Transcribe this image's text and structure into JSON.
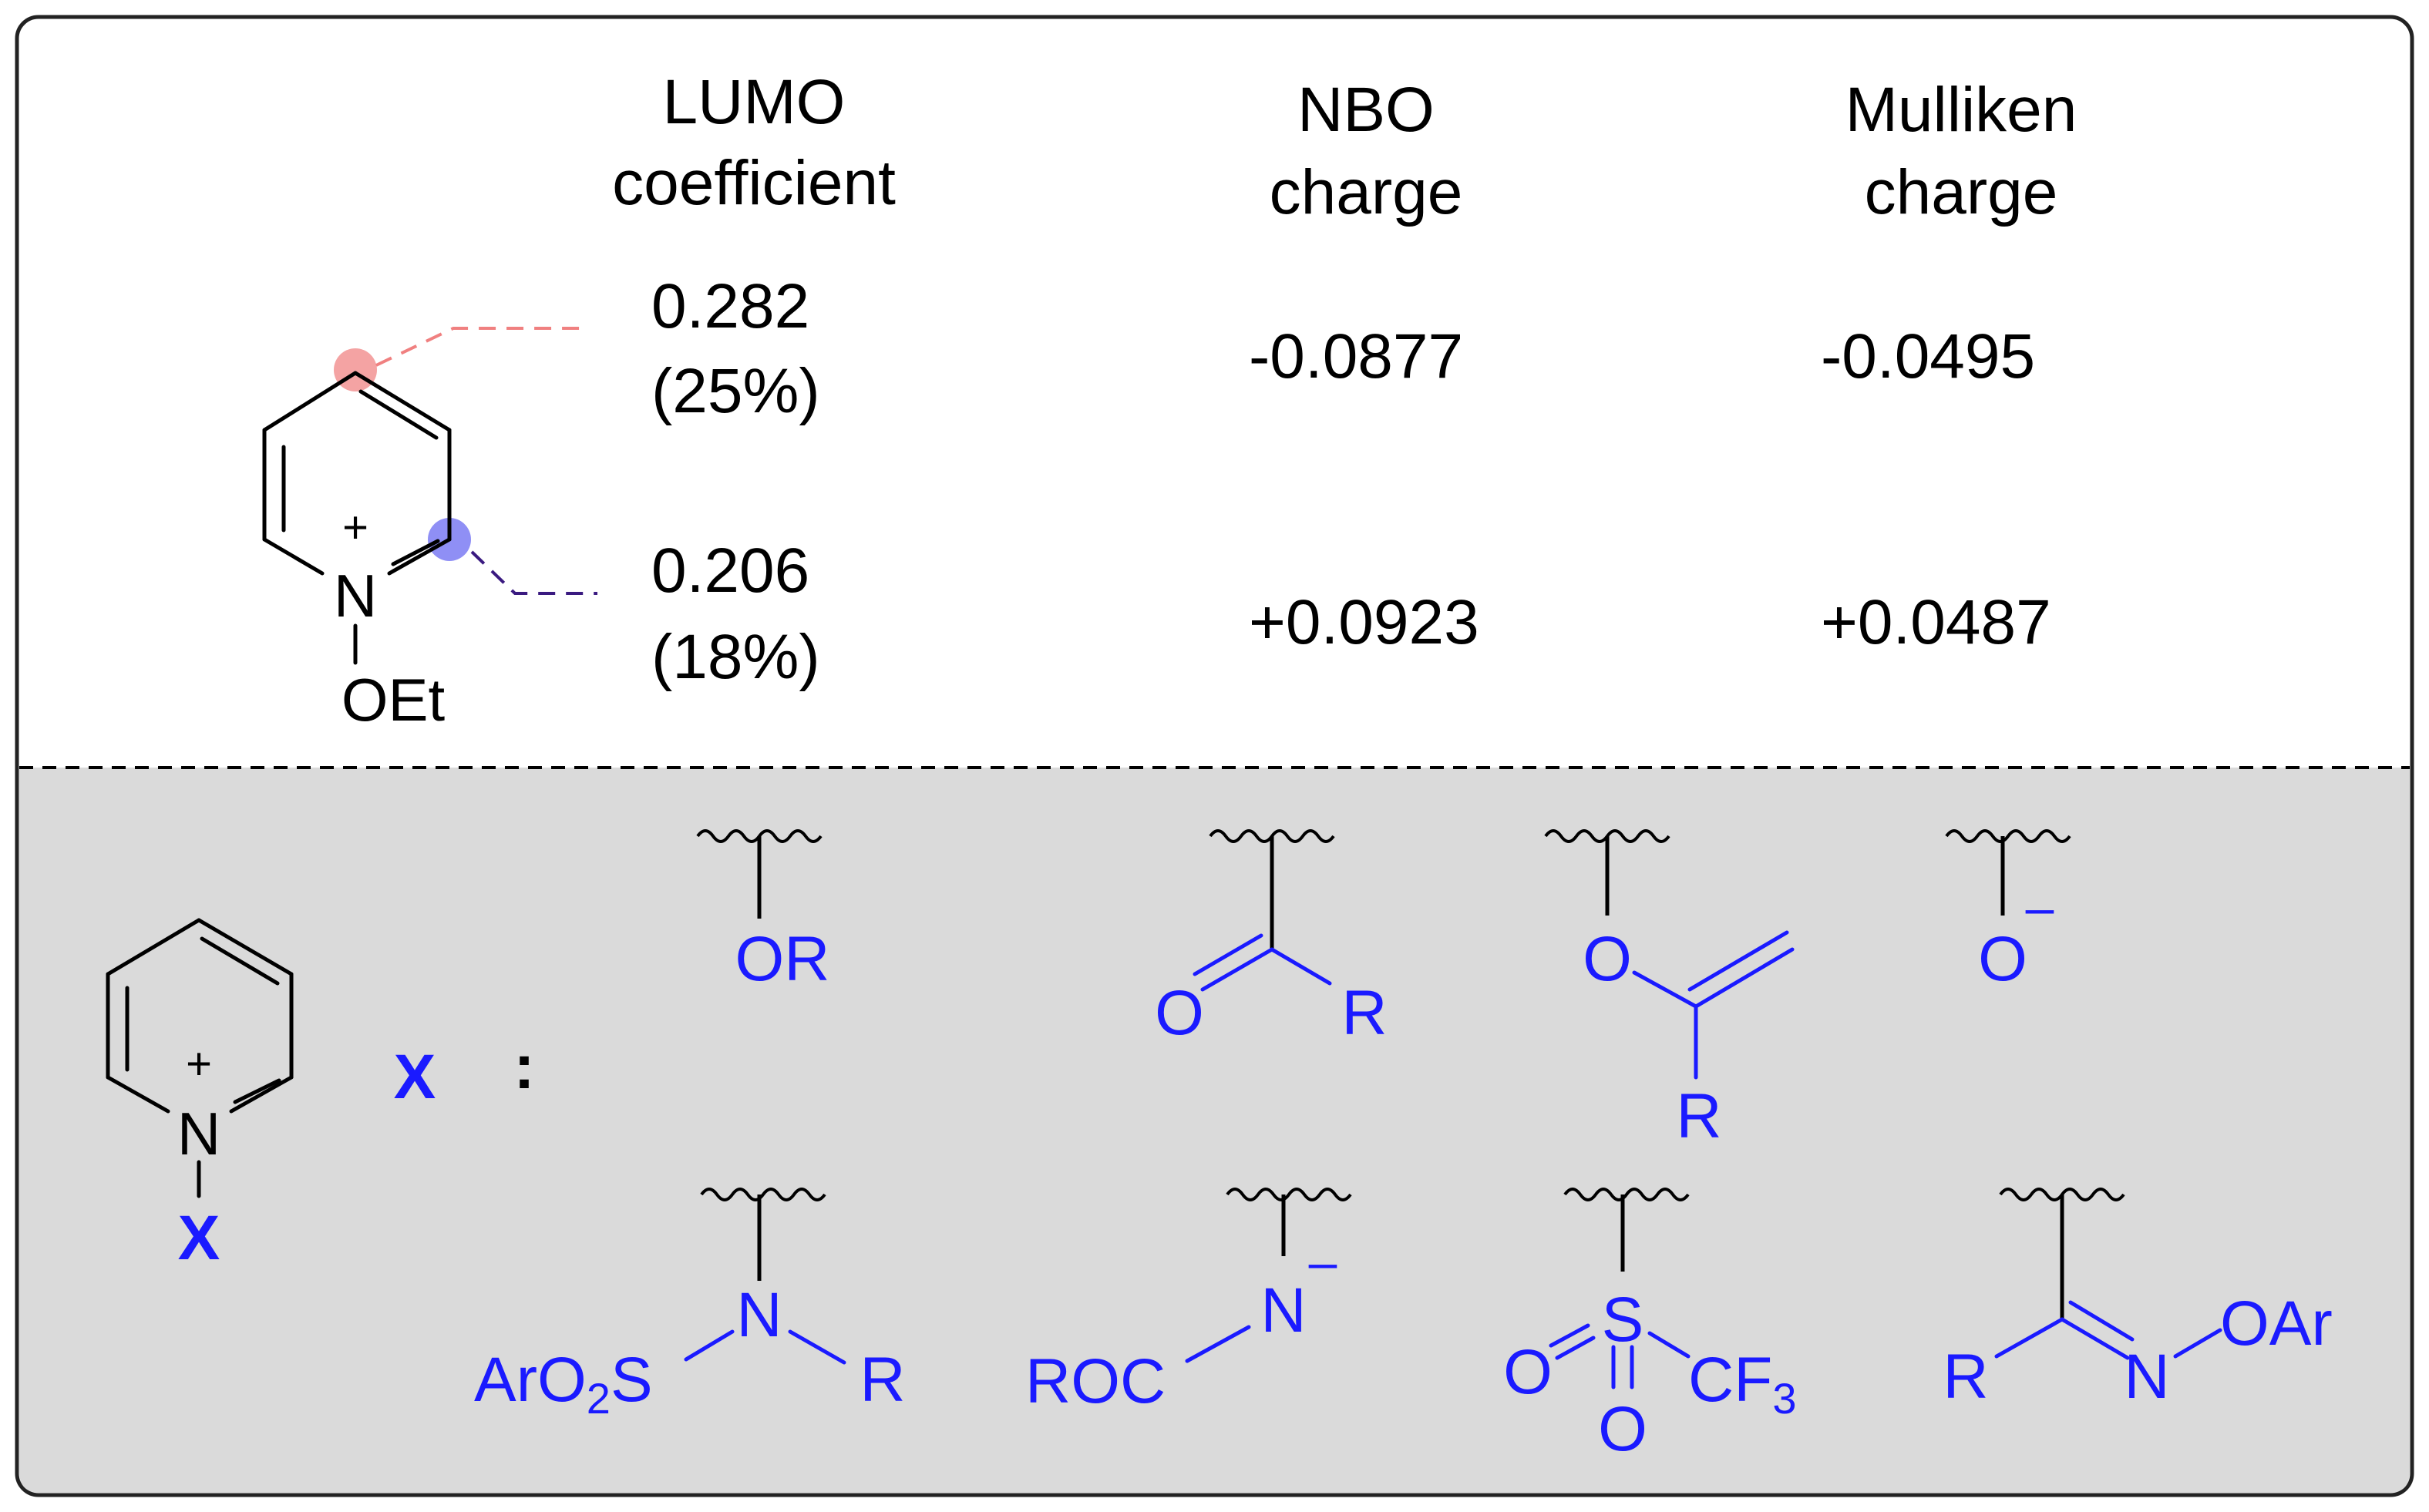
{
  "colors": {
    "ink": "#000000",
    "substituent": "#1a1aff",
    "c2_highlight": "#f4a3a3",
    "c2_leader": "#f08080",
    "c4_highlight": "#8f8ff5",
    "c4_leader": "#3a1a80",
    "lower_panel": "#dadada",
    "frame": "#222222"
  },
  "headers": {
    "lumo": [
      "LUMO",
      "coefficient"
    ],
    "nbo": [
      "NBO",
      "charge"
    ],
    "mulliken": [
      "Mulliken",
      "charge"
    ]
  },
  "rows": [
    {
      "lumo": [
        "0.282",
        "(25%)"
      ],
      "nbo": "-0.0877",
      "mulliken": "-0.0495"
    },
    {
      "lumo": [
        "0.206",
        "(18%)"
      ],
      "nbo": "+0.0923",
      "mulliken": "+0.0487"
    }
  ],
  "ethoxypyridinium": {
    "charge": "+",
    "n": "N",
    "substituent": "OEt"
  },
  "generic_pyridinium": {
    "charge": "+",
    "n": "N",
    "substituent": "X"
  },
  "x_label": "X",
  "colon": ":",
  "substituents": {
    "alkoxy": {
      "text": "OR"
    },
    "acyl": {
      "o": "O",
      "r": "R"
    },
    "enol_ether": {
      "o": "O",
      "r": "R"
    },
    "oxide": {
      "o": "O",
      "minus": "–"
    },
    "sulfonamide": {
      "n": "N",
      "left": "ArO",
      "left_sub": "2",
      "left_end": "S",
      "r": "R"
    },
    "carbamate_anion": {
      "n": "N",
      "minus": "–",
      "left": "ROC"
    },
    "triflyl": {
      "s": "S",
      "o1": "O",
      "o2": "O",
      "cf": "CF",
      "cf_sub": "3"
    },
    "oxime": {
      "r": "R",
      "n": "N",
      "oar": "OAr"
    }
  }
}
